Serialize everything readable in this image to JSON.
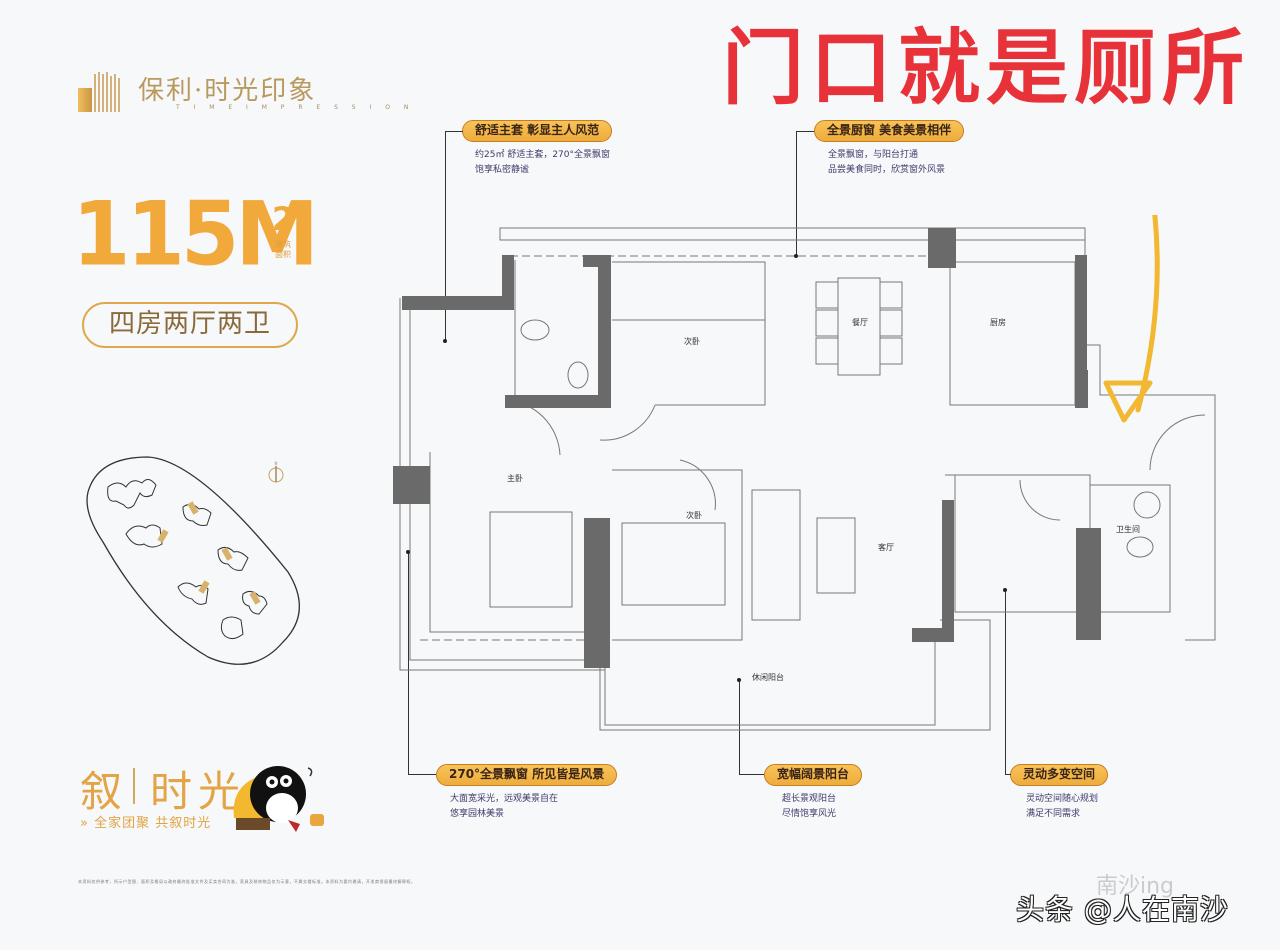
{
  "brand": {
    "name": "保利·时光印象",
    "subtitle": "T I M E   I M P R E S S I O N",
    "logo_icon": "building-bars-icon"
  },
  "unit": {
    "area_value": "115M",
    "area_superscript": "2",
    "area_note": "建筑面积",
    "layout": "四房两厅两卫"
  },
  "headline": "门口就是厕所",
  "colors": {
    "accent_orange": "#f0a93a",
    "headline_red": "#e8323a",
    "arrow_yellow": "#f2b832",
    "wall_gray": "#6a6a6a"
  },
  "callouts": [
    {
      "title": "舒适主套 彰显主人风范",
      "desc": [
        "约25㎡ 舒适主套，270°全景飘窗",
        "饱享私密静谧"
      ]
    },
    {
      "title": "全景厨窗 美食美景相伴",
      "desc": [
        "全景飘窗，与阳台打通",
        "品尝美食同时，欣赏窗外风景"
      ]
    },
    {
      "title": "270°全景飘窗 所见皆是风景",
      "desc": [
        "大面宽采光，远观美景自在",
        "悠享园林美景"
      ]
    },
    {
      "title": "宽幅阔景阳台",
      "desc": [
        "超长景观阳台",
        "尽情饱享风光"
      ]
    },
    {
      "title": "灵动多变空间",
      "desc": [
        "灵动空间随心规划",
        "满足不同需求"
      ]
    }
  ],
  "rooms": {
    "second_bedroom": "次卧",
    "dining": "餐厅",
    "kitchen": "厨房",
    "master_bedroom": "主卧",
    "bedroom": "次卧",
    "living": "客厅",
    "bathroom": "卫生间",
    "balcony": "休闲阳台"
  },
  "slogan": {
    "main_left": "叙",
    "main_right": "时光",
    "sub": "全家团聚 共叙时光"
  },
  "site_plan": {
    "compass_icon": "north-compass-icon"
  },
  "disclaimer": "本资料仅供参考，所示户型图、面积及格局以政府最终批准文件及买卖合同为准，家具及装饰物品仅为示意，不属交楼标准。本资料为要约邀请，开发商保留最终解释权。",
  "watermark": {
    "ghost": "南沙ing",
    "main": "头条 @人在南沙"
  }
}
